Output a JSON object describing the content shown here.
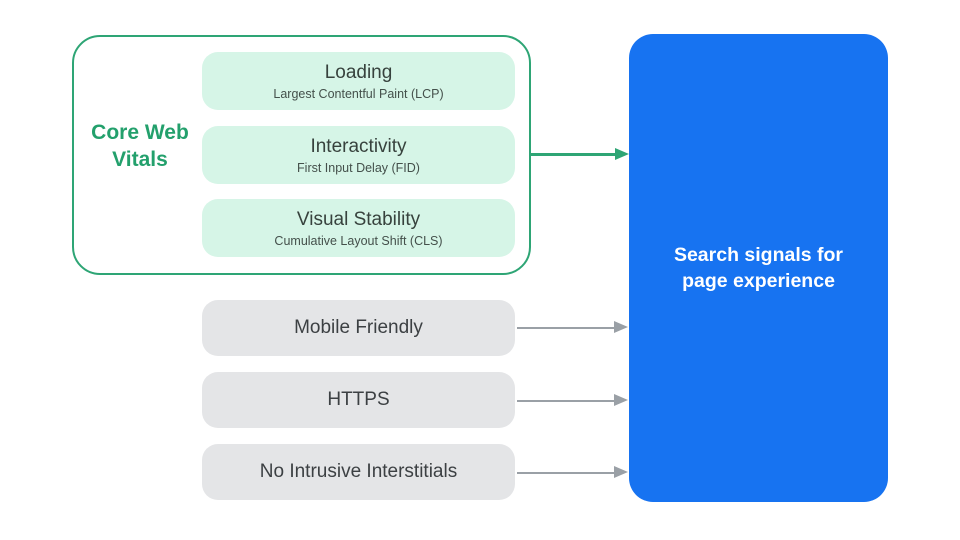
{
  "diagram": {
    "core_web_vitals": {
      "label": "Core Web Vitals",
      "items": [
        {
          "title": "Loading",
          "subtitle": "Largest Contentful Paint (LCP)"
        },
        {
          "title": "Interactivity",
          "subtitle": "First Input Delay (FID)"
        },
        {
          "title": "Visual Stability",
          "subtitle": "Cumulative Layout Shift (CLS)"
        }
      ]
    },
    "other_signals": [
      {
        "label": "Mobile Friendly"
      },
      {
        "label": "HTTPS"
      },
      {
        "label": "No Intrusive Interstitials"
      }
    ],
    "result_box": {
      "label": "Search signals for page experience"
    },
    "colors": {
      "green": "#2EA575",
      "green_text": "#23A06C",
      "green_light": "#D6F5E7",
      "gray_card": "#E4E5E7",
      "arrow_gray": "#9AA0A6",
      "blue": "#1773F1",
      "text_dark": "#3C4043",
      "text_white": "#FFFFFF"
    }
  }
}
